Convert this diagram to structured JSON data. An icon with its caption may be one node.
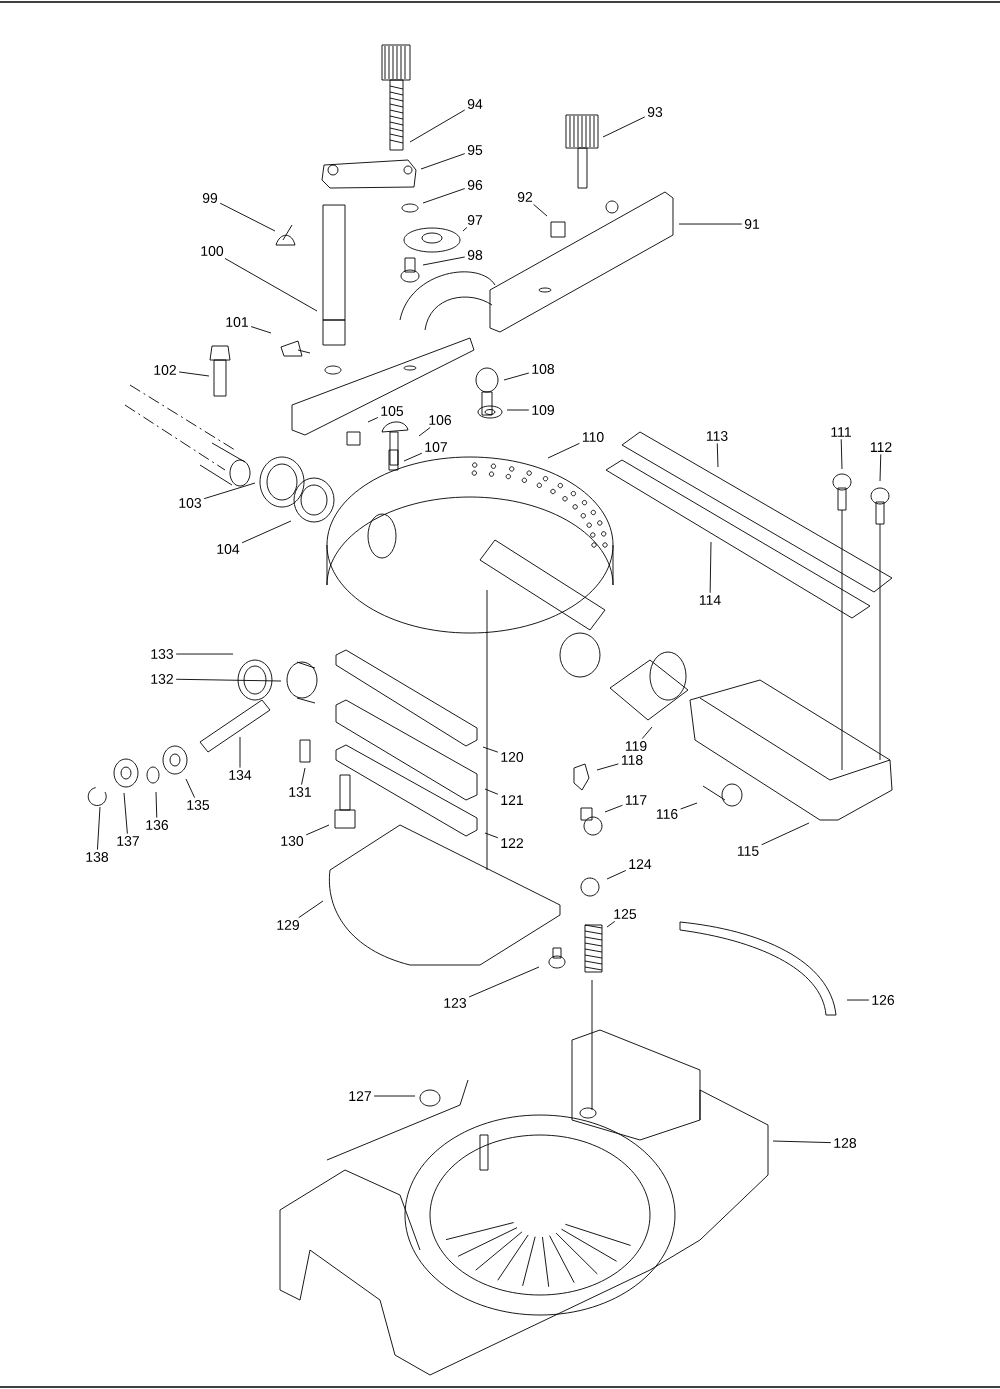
{
  "diagram": {
    "nodes": [
      {
        "text": [
          "94"
        ]
      },
      {
        "text": [
          "93"
        ]
      },
      {
        "text": [
          "95"
        ]
      },
      {
        "text": [
          "96"
        ]
      },
      {
        "text": [
          "92"
        ]
      },
      {
        "text": [
          "99"
        ]
      },
      {
        "text": [
          "91"
        ]
      },
      {
        "text": [
          "97"
        ]
      },
      {
        "text": [
          "98"
        ]
      },
      {
        "text": [
          "100"
        ]
      },
      {
        "text": [
          "101"
        ]
      },
      {
        "text": [
          "102"
        ]
      },
      {
        "text": [
          "108"
        ]
      },
      {
        "text": [
          "105"
        ]
      },
      {
        "text": [
          "109"
        ]
      },
      {
        "text": [
          "106"
        ]
      },
      {
        "text": [
          "113"
        ]
      },
      {
        "text": [
          "110"
        ]
      },
      {
        "text": [
          "107"
        ]
      },
      {
        "text": [
          "111"
        ]
      },
      {
        "text": [
          "112"
        ]
      },
      {
        "text": [
          "103"
        ]
      },
      {
        "text": [
          "104"
        ]
      },
      {
        "text": [
          "114"
        ]
      },
      {
        "text": [
          "133"
        ]
      },
      {
        "text": [
          "132"
        ]
      },
      {
        "text": [
          "119"
        ]
      },
      {
        "text": [
          "120"
        ]
      },
      {
        "text": [
          "118"
        ]
      },
      {
        "text": [
          "134"
        ]
      },
      {
        "text": [
          "131"
        ]
      },
      {
        "text": [
          "121"
        ]
      },
      {
        "text": [
          "135"
        ]
      },
      {
        "text": [
          "117"
        ]
      },
      {
        "text": [
          "116"
        ]
      },
      {
        "text": [
          "136"
        ]
      },
      {
        "text": [
          "137"
        ]
      },
      {
        "text": [
          "130"
        ]
      },
      {
        "text": [
          "122"
        ]
      },
      {
        "text": [
          "138"
        ]
      },
      {
        "text": [
          "115"
        ]
      },
      {
        "text": [
          "124"
        ]
      },
      {
        "text": [
          "129"
        ]
      },
      {
        "text": [
          "125"
        ]
      },
      {
        "text": [
          "126"
        ]
      },
      {
        "text": [
          "123"
        ]
      },
      {
        "text": [
          "127"
        ]
      },
      {
        "text": [
          "128"
        ]
      }
    ],
    "edges": [
      {
        "from": 0,
        "to": null,
        "arrow": "none"
      },
      {
        "from": 1,
        "to": null,
        "arrow": "none"
      },
      {
        "from": 2,
        "to": null,
        "arrow": "none"
      },
      {
        "from": 3,
        "to": null,
        "arrow": "none"
      },
      {
        "from": 4,
        "to": null,
        "arrow": "none"
      },
      {
        "from": 5,
        "to": null,
        "arrow": "none"
      },
      {
        "from": 6,
        "to": null,
        "arrow": "none"
      },
      {
        "from": 7,
        "to": null,
        "arrow": "none"
      },
      {
        "from": 8,
        "to": null,
        "arrow": "none"
      },
      {
        "from": 9,
        "to": null,
        "arrow": "none"
      },
      {
        "from": 10,
        "to": null,
        "arrow": "none"
      },
      {
        "from": 11,
        "to": null,
        "arrow": "none"
      },
      {
        "from": 12,
        "to": null,
        "arrow": "none"
      },
      {
        "from": 13,
        "to": null,
        "arrow": "none"
      },
      {
        "from": 14,
        "to": null,
        "arrow": "none"
      },
      {
        "from": 15,
        "to": null,
        "arrow": "none"
      },
      {
        "from": 16,
        "to": null,
        "arrow": "none"
      },
      {
        "from": 17,
        "to": null,
        "arrow": "none"
      },
      {
        "from": 18,
        "to": null,
        "arrow": "none"
      },
      {
        "from": 19,
        "to": null,
        "arrow": "none"
      },
      {
        "from": 20,
        "to": null,
        "arrow": "none"
      },
      {
        "from": 21,
        "to": null,
        "arrow": "none"
      },
      {
        "from": 22,
        "to": null,
        "arrow": "none"
      },
      {
        "from": 23,
        "to": null,
        "arrow": "none"
      },
      {
        "from": 24,
        "to": null,
        "arrow": "none"
      },
      {
        "from": 25,
        "to": null,
        "arrow": "none"
      },
      {
        "from": 26,
        "to": null,
        "arrow": "none"
      },
      {
        "from": 27,
        "to": null,
        "arrow": "none"
      },
      {
        "from": 28,
        "to": null,
        "arrow": "none"
      },
      {
        "from": 29,
        "to": null,
        "arrow": "none"
      },
      {
        "from": 30,
        "to": null,
        "arrow": "none"
      },
      {
        "from": 31,
        "to": null,
        "arrow": "none"
      },
      {
        "from": 32,
        "to": null,
        "arrow": "none"
      },
      {
        "from": 33,
        "to": null,
        "arrow": "none"
      },
      {
        "from": 34,
        "to": null,
        "arrow": "none"
      },
      {
        "from": 35,
        "to": null,
        "arrow": "none"
      },
      {
        "from": 36,
        "to": null,
        "arrow": "none"
      },
      {
        "from": 37,
        "to": null,
        "arrow": "none"
      },
      {
        "from": 38,
        "to": null,
        "arrow": "none"
      },
      {
        "from": 39,
        "to": null,
        "arrow": "none"
      },
      {
        "from": 40,
        "to": null,
        "arrow": "none"
      },
      {
        "from": 41,
        "to": null,
        "arrow": "none"
      },
      {
        "from": 42,
        "to": null,
        "arrow": "none"
      },
      {
        "from": 43,
        "to": null,
        "arrow": "none"
      },
      {
        "from": 44,
        "to": null,
        "arrow": "none"
      },
      {
        "from": 45,
        "to": null,
        "arrow": "none"
      },
      {
        "from": 46,
        "to": null,
        "arrow": "none"
      },
      {
        "from": 47,
        "to": null,
        "arrow": "none"
      }
    ]
  }
}
